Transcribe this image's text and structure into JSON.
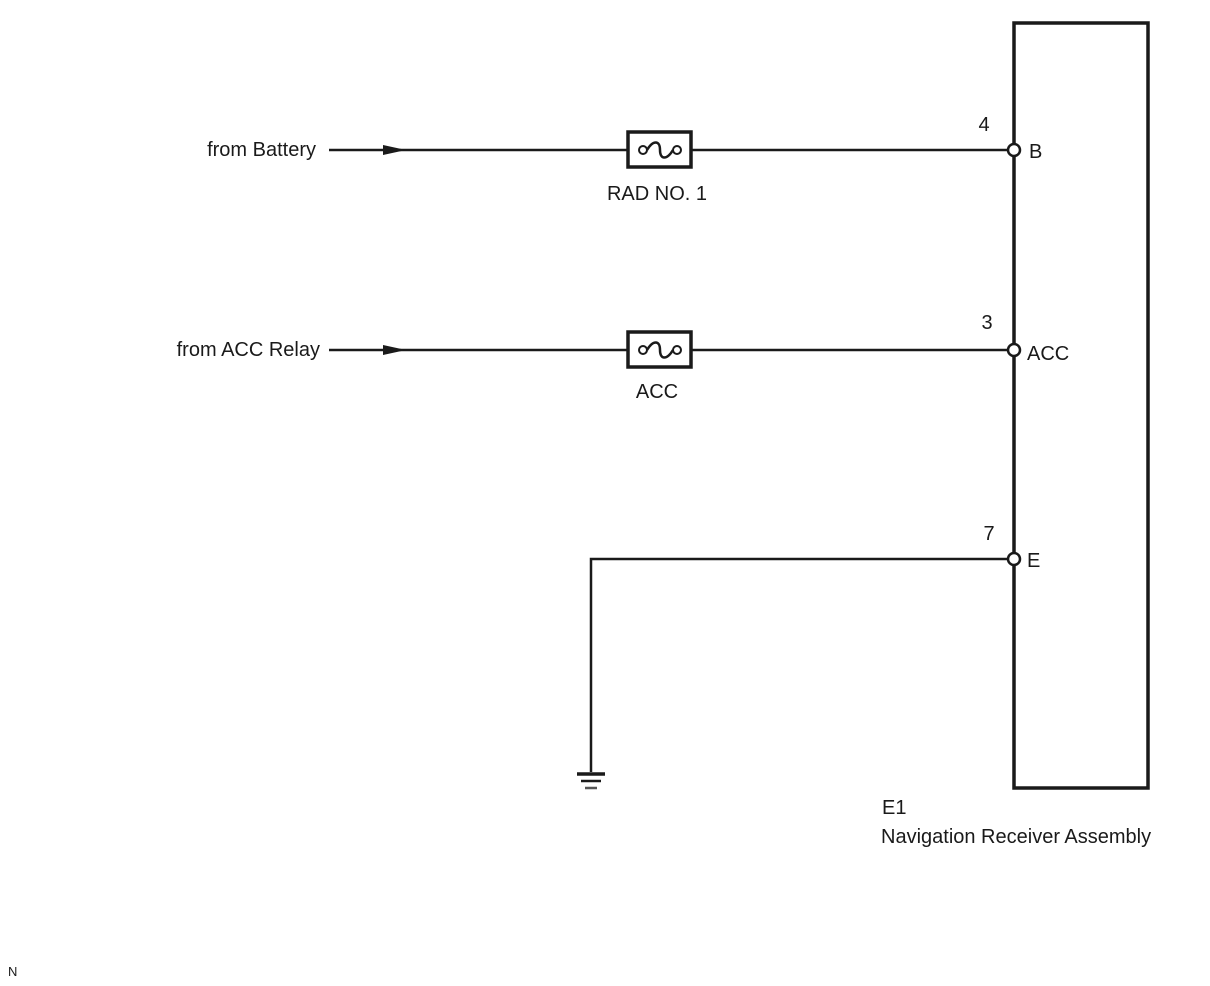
{
  "diagram": {
    "sources": [
      {
        "label": "from Battery",
        "fuse": "RAD NO. 1",
        "pin": "4",
        "terminal": "B"
      },
      {
        "label": "from ACC Relay",
        "fuse": "ACC",
        "pin": "3",
        "terminal": "ACC"
      }
    ],
    "ground": {
      "pin": "7",
      "terminal": "E"
    },
    "component": {
      "code": "E1",
      "name": "Navigation Receiver Assembly"
    },
    "corner_mark": "N",
    "colors": {
      "line": "#1a1a1a",
      "background": "#ffffff"
    }
  }
}
